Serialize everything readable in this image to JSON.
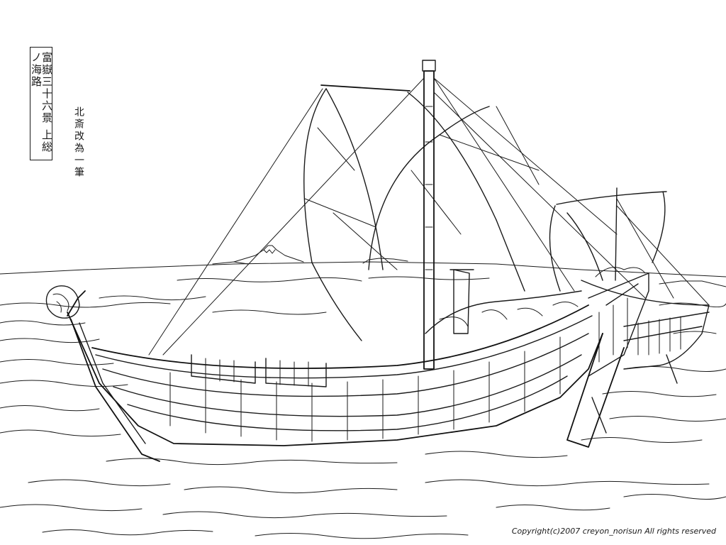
{
  "artwork": {
    "title_cartouche": "富嶽三十六景 上総ノ海路",
    "artist_signature": "北斎改為一筆",
    "copyright": "Copyright(c)2007 creyon_norisun All rights reserved",
    "palette": {
      "ink": "#1a1a1a",
      "paper": "#ffffff"
    }
  }
}
